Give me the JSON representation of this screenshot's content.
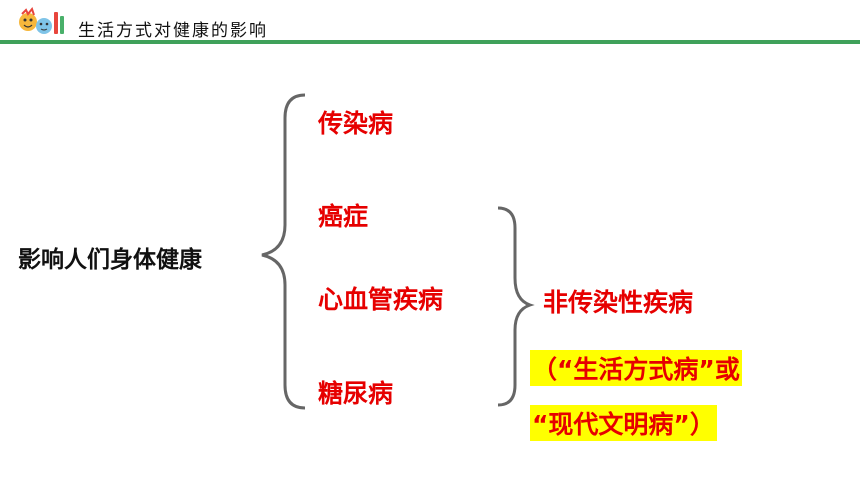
{
  "header": {
    "title": "生活方式对健康的影响"
  },
  "diagram": {
    "root": "影响人们身体健康",
    "diseases": [
      "传染病",
      "癌症",
      "心血管疾病",
      "糖尿病"
    ],
    "group_label": "非传染性疾病",
    "note_line1": "（“生活方式病”或",
    "note_line2": "“现代文明病”）"
  },
  "colors": {
    "accent": "#3fa15a",
    "highlight": "#ffff00",
    "text_red": "#e60000"
  }
}
